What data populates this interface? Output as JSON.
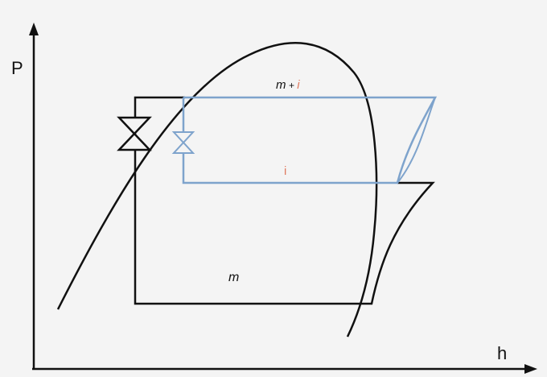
{
  "axes": {
    "y_label": "P",
    "x_label": "h"
  },
  "labels": {
    "main_flow": "m",
    "combined_flow_m": "m",
    "combined_flow_plus": " + ",
    "combined_flow_i": "i",
    "injection_flow": "i"
  },
  "colors": {
    "background": "#f4f4f4",
    "main_cycle": "#111111",
    "injection_loop": "#7ea3cc",
    "injection_label": "#e07a60"
  }
}
